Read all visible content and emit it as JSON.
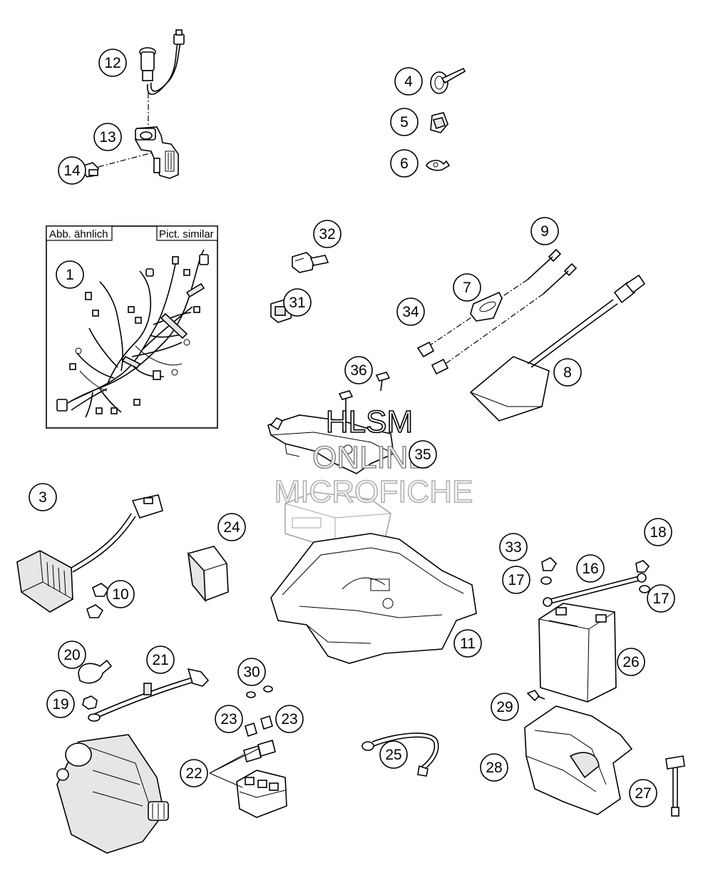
{
  "inset_box": {
    "label_left": "Abb. ähnlich",
    "label_right": "Pict. similar"
  },
  "watermark": {
    "line1": "HLSM",
    "line2": "ONLINE",
    "line3": "MICROFICHE"
  },
  "callouts": {
    "c1": "1",
    "c3": "3",
    "c4": "4",
    "c5": "5",
    "c6": "6",
    "c7": "7",
    "c8": "8",
    "c9": "9",
    "c10": "10",
    "c11": "11",
    "c12": "12",
    "c13": "13",
    "c14": "14",
    "c16": "16",
    "c17a": "17",
    "c17b": "17",
    "c18": "18",
    "c19": "19",
    "c20": "20",
    "c21": "21",
    "c22": "22",
    "c23a": "23",
    "c23b": "23",
    "c24": "24",
    "c25": "25",
    "c26": "26",
    "c27": "27",
    "c28": "28",
    "c29": "29",
    "c30": "30",
    "c31": "31",
    "c32": "32",
    "c33": "33",
    "c34": "34",
    "c35": "35",
    "c36": "36"
  }
}
